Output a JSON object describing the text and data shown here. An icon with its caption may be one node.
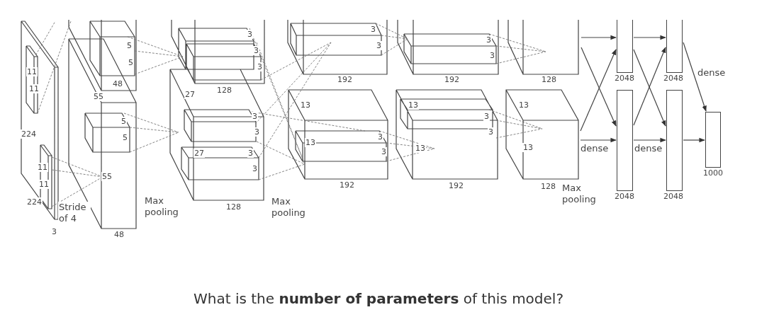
{
  "diagram": {
    "caption": "What is the **number of parameters** of this model?",
    "nodes": [
      {
        "text": [],
        "shape": "box"
      },
      {
        "text": [],
        "shape": "box"
      },
      {
        "text": [],
        "shape": "bar",
        "beside": [
          "2048"
        ]
      },
      {
        "text": [],
        "shape": "bar",
        "beside": [
          "2048"
        ]
      },
      {
        "text": [],
        "shape": "bar",
        "beside": [
          "2048"
        ]
      },
      {
        "text": [],
        "shape": "bar",
        "beside": [
          "2048"
        ]
      },
      {
        "text": [],
        "shape": "bar",
        "beside": [
          "1000"
        ]
      }
    ],
    "edges": [
      {
        "from": 0,
        "to": 2,
        "arrow": "to"
      },
      {
        "from": 0,
        "to": 3,
        "arrow": "to"
      },
      {
        "from": 1,
        "to": 2,
        "arrow": "to"
      },
      {
        "from": 1,
        "to": 3,
        "arrow": "to",
        "label": "dense"
      },
      {
        "from": 2,
        "to": 4,
        "arrow": "to"
      },
      {
        "from": 2,
        "to": 5,
        "arrow": "to"
      },
      {
        "from": 3,
        "to": 4,
        "arrow": "to"
      },
      {
        "from": 3,
        "to": 5,
        "arrow": "to",
        "label": "dense"
      },
      {
        "from": 4,
        "to": 6,
        "arrow": "to",
        "label": "dense"
      },
      {
        "from": 5,
        "to": 6,
        "arrow": "to"
      }
    ],
    "labels": [
      "11",
      "11",
      "224",
      "11",
      "11",
      "224",
      "Stride of 4",
      "3",
      "5",
      "5",
      "48",
      "55",
      "5",
      "5",
      "55",
      "48",
      "Max pooling",
      "3",
      "3",
      "3",
      "27",
      "128",
      "3",
      "3",
      "27",
      "3",
      "3",
      "128",
      "Max pooling",
      "3",
      "3",
      "192",
      "13",
      "13",
      "3",
      "3",
      "192",
      "3",
      "3",
      "192",
      "13",
      "13",
      "3",
      "3",
      "192",
      "128",
      "13",
      "13",
      "128",
      "Max pooling"
    ]
  }
}
